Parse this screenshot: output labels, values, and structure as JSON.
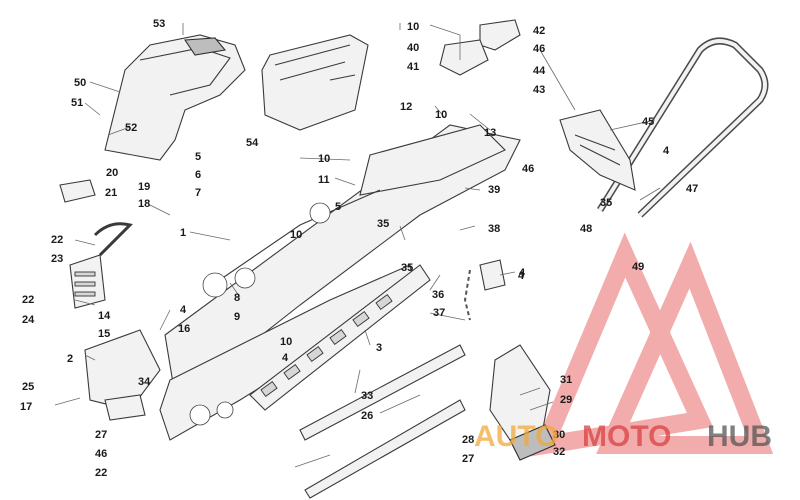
{
  "callouts": [
    "53",
    "50",
    "51",
    "52",
    "54",
    "10",
    "42",
    "40",
    "46",
    "41",
    "44",
    "43",
    "12",
    "10",
    "13",
    "45",
    "20",
    "21",
    "19",
    "18",
    "5",
    "6",
    "7",
    "10",
    "11",
    "39",
    "46",
    "4",
    "47",
    "1",
    "5",
    "10",
    "35",
    "38",
    "22",
    "23",
    "8",
    "9",
    "35",
    "36",
    "4",
    "48",
    "35",
    "49",
    "22",
    "24",
    "14",
    "15",
    "4",
    "16",
    "2",
    "10",
    "4",
    "3",
    "37",
    "4",
    "25",
    "17",
    "34",
    "33",
    "26",
    "27",
    "46",
    "22",
    "31",
    "29",
    "28",
    "30",
    "27",
    "32"
  ],
  "watermark": {
    "part1": "AUTO",
    "part2": "MOTO",
    "part3": "HUB",
    "color_primary": "#f0a83a",
    "color_secondary": "#d94040",
    "color_tertiary": "#555555"
  }
}
